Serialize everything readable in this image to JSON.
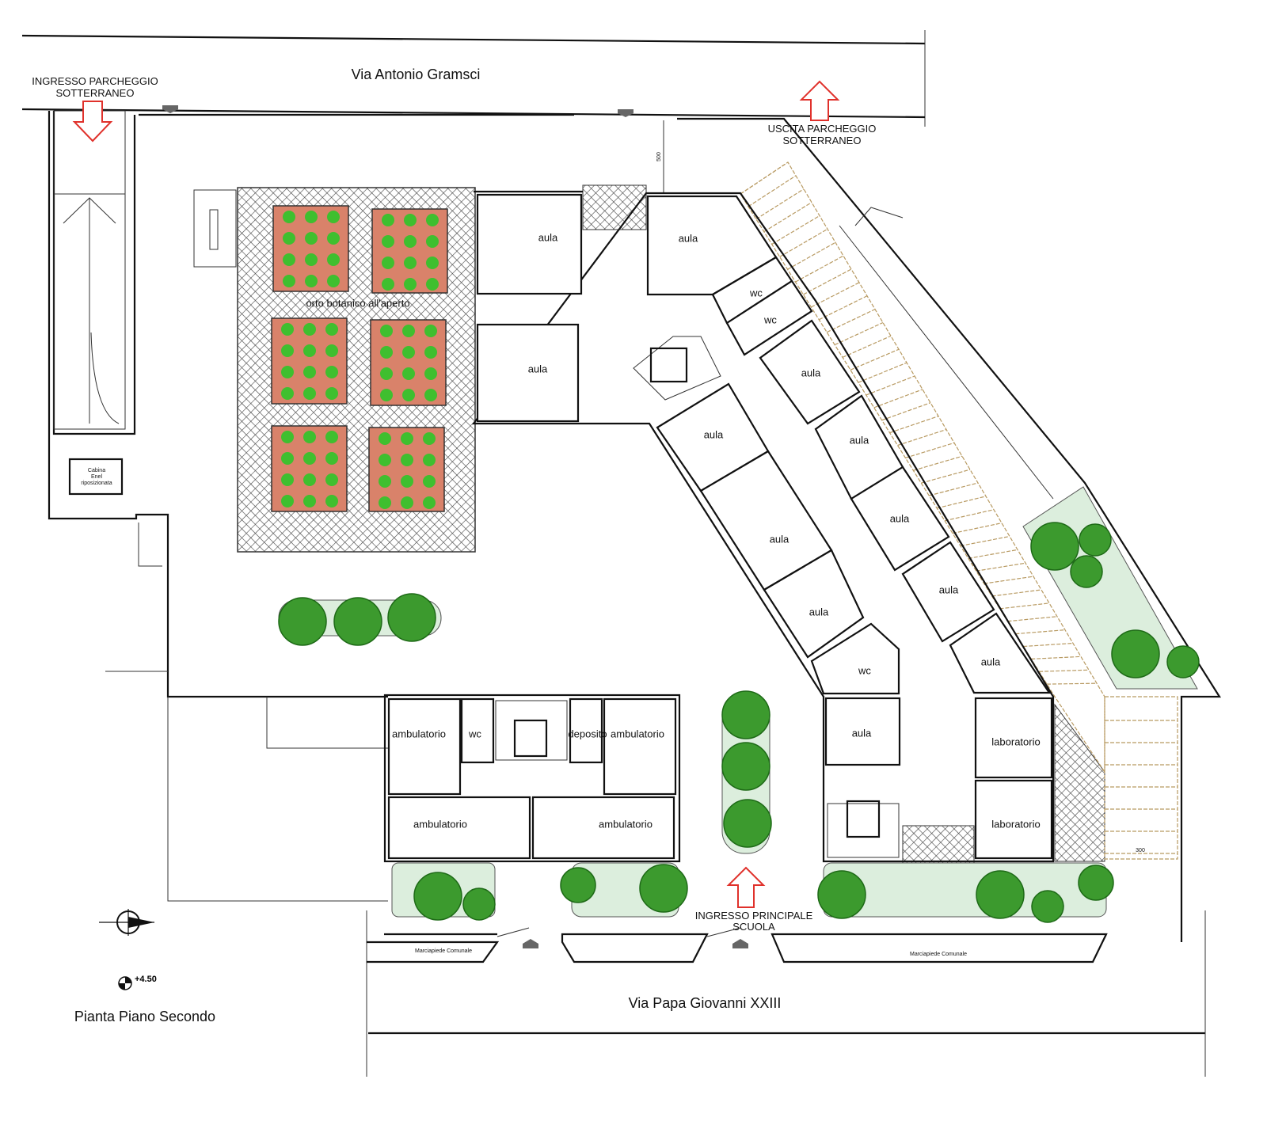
{
  "streets": {
    "north": "Via Antonio Gramsci",
    "south": "Via Papa Giovanni XXIII"
  },
  "entrances": {
    "parking_in_line1": "INGRESSO PARCHEGGIO",
    "parking_in_line2": "SOTTERRANEO",
    "parking_out_line1": "USCITA PARCHEGGIO",
    "parking_out_line2": "SOTTERRANEO",
    "main_line1": "INGRESSO PRINCIPALE",
    "main_line2": "SCUOLA"
  },
  "garden_label": "orto botanico all'aperto",
  "cabina": {
    "line1": "Cabina",
    "line2": "Enel",
    "line3": "riposizionata"
  },
  "sidewalk_label": "Marciapiede Comunale",
  "dimensions": {
    "north": "500",
    "east": "300"
  },
  "level": "+4.50",
  "plan_title": "Pianta Piano Secondo",
  "rooms": [
    "aula",
    "aula",
    "wc",
    "wc",
    "aula",
    "aula",
    "aula",
    "aula",
    "aula",
    "aula",
    "aula",
    "aula",
    "aula",
    "wc",
    "aula",
    "laboratorio",
    "laboratorio",
    "ambulatorio",
    "wc",
    "deposito",
    "ambulatorio",
    "ambulatorio",
    "ambulatorio"
  ],
  "colors": {
    "arrow": "#e0312b",
    "bed": "#d9826a",
    "tree": "#3c9a2e",
    "pergola": "#b89a62"
  }
}
